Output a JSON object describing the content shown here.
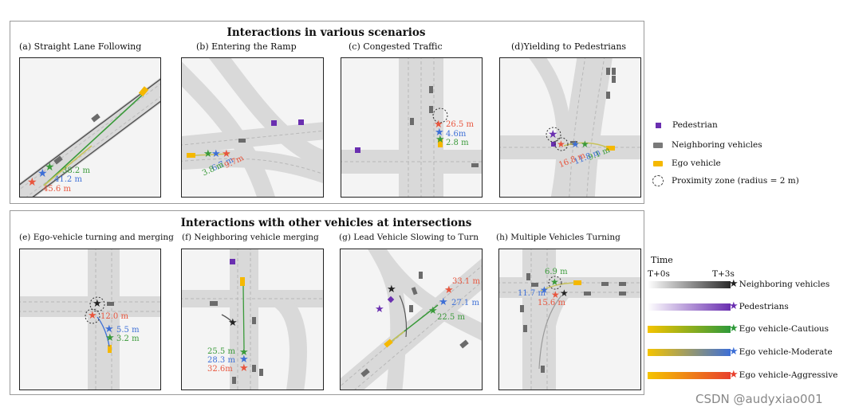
{
  "colors": {
    "cautious": "#3a9a3a",
    "moderate": "#3d6fd6",
    "aggressive": "#e8553d",
    "pedestrian": "#6a2fb0",
    "ego": "#f5b800",
    "vehicle": "#7a7a7a",
    "neighbor_star": "#222222"
  },
  "top_section": {
    "title": "Interactions in various scenarios",
    "panels": [
      {
        "label": "(a) Straight Lane Following",
        "distances": [
          {
            "text": "38.2 m",
            "kind": "cautious"
          },
          {
            "text": "41.2 m",
            "kind": "moderate"
          },
          {
            "text": "45.6 m",
            "kind": "aggressive"
          }
        ]
      },
      {
        "label": "(b) Entering the Ramp",
        "distances": [
          {
            "text": "6.7 m",
            "kind": "moderate"
          },
          {
            "text": "9.7m",
            "kind": "aggressive"
          },
          {
            "text": "3.8 m",
            "kind": "cautious"
          }
        ]
      },
      {
        "label": "(c) Congested Traffic",
        "distances": [
          {
            "text": "26.5 m",
            "kind": "aggressive"
          },
          {
            "text": "4.6m",
            "kind": "moderate"
          },
          {
            "text": "2.8 m",
            "kind": "cautious"
          }
        ]
      },
      {
        "label": "(d)Yielding to Pedestrians",
        "distances": [
          {
            "text": "9.1 m",
            "kind": "cautious"
          },
          {
            "text": "11.8 m",
            "kind": "moderate"
          },
          {
            "text": "16.8 m",
            "kind": "aggressive"
          }
        ]
      }
    ]
  },
  "bottom_section": {
    "title": "Interactions with other vehicles at intersections",
    "panels": [
      {
        "label": "(e) Ego-vehicle turning and merging",
        "distances": [
          {
            "text": "12.0 m",
            "kind": "aggressive"
          },
          {
            "text": "5.5 m",
            "kind": "moderate"
          },
          {
            "text": "3.2 m",
            "kind": "cautious"
          }
        ]
      },
      {
        "label": "(f) Neighboring vehicle merging",
        "distances": [
          {
            "text": "25.5 m",
            "kind": "cautious"
          },
          {
            "text": "28.3 m",
            "kind": "moderate"
          },
          {
            "text": "32.6m",
            "kind": "aggressive"
          }
        ]
      },
      {
        "label": "(g) Lead Vehicle Slowing to Turn",
        "distances": [
          {
            "text": "33.1 m",
            "kind": "aggressive"
          },
          {
            "text": "27.1 m",
            "kind": "moderate"
          },
          {
            "text": "22.5 m",
            "kind": "cautious"
          }
        ]
      },
      {
        "label": "(h) Multiple Vehicles Turning",
        "distances": [
          {
            "text": "6.9 m",
            "kind": "cautious"
          },
          {
            "text": "11.7 m",
            "kind": "moderate"
          },
          {
            "text": "15.6 m",
            "kind": "aggressive"
          }
        ]
      }
    ]
  },
  "legend_top": [
    {
      "label": "Pedestrian",
      "kind": "pedestrian"
    },
    {
      "label": "Neighboring vehicles",
      "kind": "vehicle"
    },
    {
      "label": "Ego vehicle",
      "kind": "ego"
    },
    {
      "label": "Proximity zone (radius = 2 m)",
      "kind": "zone"
    }
  ],
  "legend_bottom": {
    "time_label": "Time",
    "t_start": "T+0s",
    "t_end": "T+3s",
    "rows": [
      {
        "label": "Neighboring vehicles",
        "from": "#ffffff",
        "to": "#2a2a2a",
        "star": "#222222"
      },
      {
        "label": "Pedestrians",
        "from": "#ffffff",
        "to": "#6a2fb0",
        "star": "#6a2fb0"
      },
      {
        "label": "Ego vehicle-Cautious",
        "from": "#f5c400",
        "to": "#2f9a3a",
        "star": "#2f9a3a"
      },
      {
        "label": "Ego vehicle-Moderate",
        "from": "#f5c400",
        "to": "#3d6fd6",
        "star": "#3d6fd6"
      },
      {
        "label": "Ego vehicle-Aggressive",
        "from": "#f5c400",
        "to": "#e8402d",
        "star": "#e8402d"
      }
    ]
  },
  "watermark": "CSDN @audyxiao001"
}
